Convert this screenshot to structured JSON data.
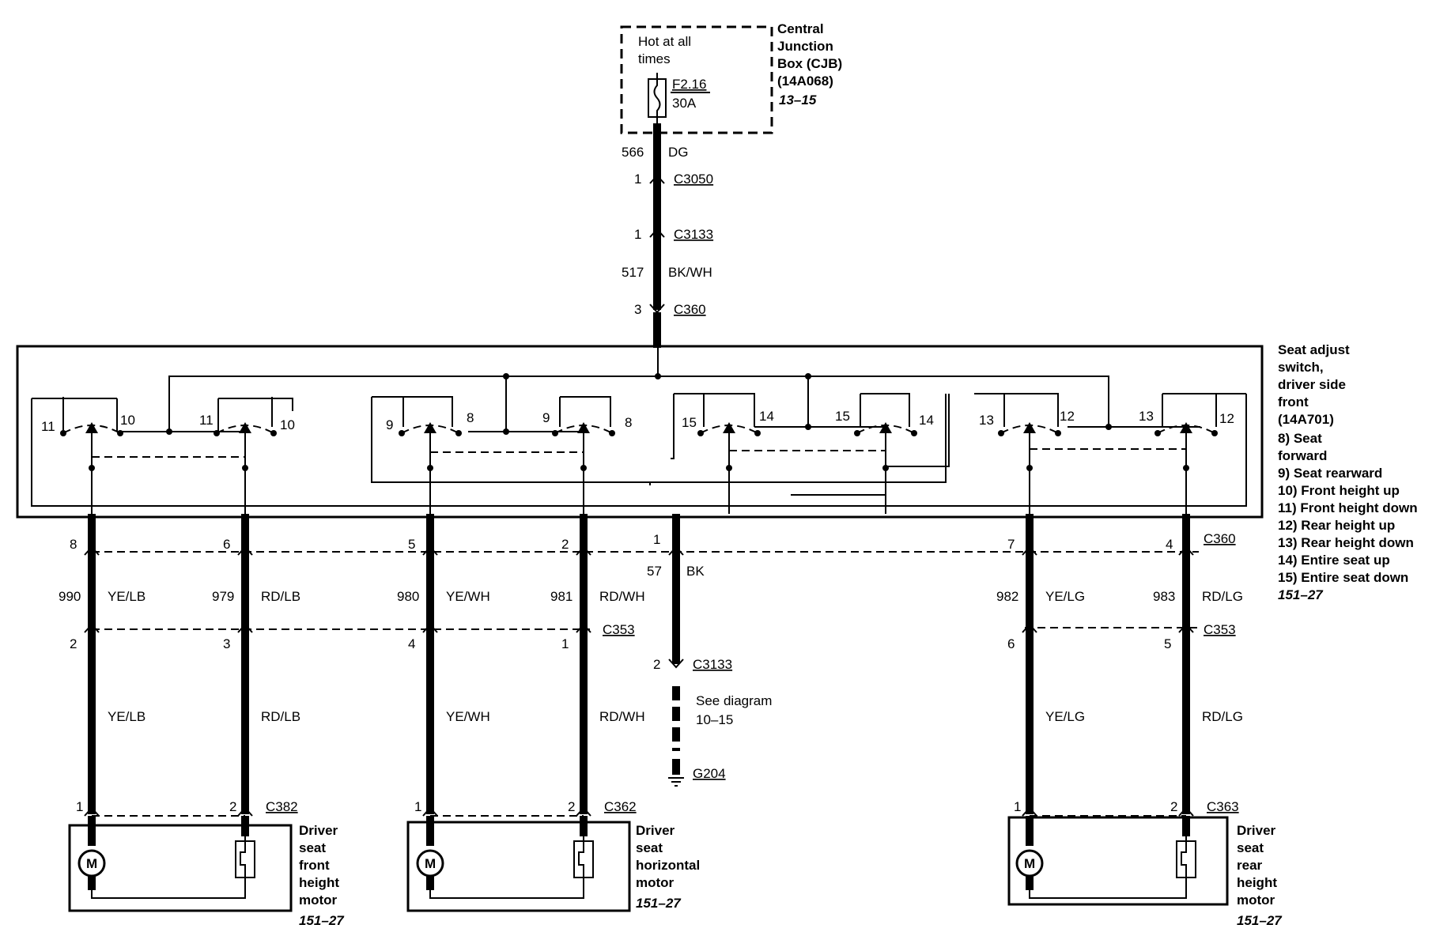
{
  "cjb": {
    "hot_text_1": "Hot at all",
    "hot_text_2": "times",
    "fuse_id": "F2.16",
    "fuse_rating": "30A",
    "label_1": "Central",
    "label_2": "Junction",
    "label_3": "Box (CJB)",
    "label_4": "(14A068)",
    "ref": "13–15"
  },
  "feed": {
    "circuit_1": "566",
    "color_1": "DG",
    "c3050_pin": "1",
    "c3050": "C3050",
    "c3133_pin": "1",
    "c3133": "C3133",
    "circuit_2": "517",
    "color_2": "BK/WH",
    "c360_pin": "3",
    "c360": "C360"
  },
  "switch": {
    "label_lines": [
      "Seat adjust",
      "switch,",
      "driver side",
      "front",
      "(14A701)"
    ],
    "legend": [
      "8) Seat",
      "forward",
      "9) Seat rearward",
      "10) Front height up",
      "11) Front height down",
      "12) Rear height up",
      "13) Rear height down",
      "14) Entire seat up",
      "15) Entire seat down"
    ],
    "ref": "151–27",
    "contact_labels": {
      "g1_left": "11",
      "g1_right": "10",
      "g1b_left": "11",
      "g1b_right": "10",
      "g2_left": "9",
      "g2_right": "8",
      "g2b_left": "9",
      "g2b_right": "8",
      "g3_left": "15",
      "g3_right": "14",
      "g3b_left": "15",
      "g3b_right": "14",
      "g4_left": "13",
      "g4_right": "12",
      "g4b_left": "13",
      "g4b_right": "12"
    }
  },
  "wires": [
    {
      "c360_pin": "8",
      "circuit": "990",
      "color": "YE/LB",
      "c353_pin": "2",
      "motor_color": "YE/LB",
      "motor_pin": "1"
    },
    {
      "c360_pin": "6",
      "circuit": "979",
      "color": "RD/LB",
      "c353_pin": "3",
      "motor_color": "RD/LB",
      "motor_pin": "2"
    },
    {
      "c360_pin": "5",
      "circuit": "980",
      "color": "YE/WH",
      "c353_pin": "4",
      "motor_color": "YE/WH",
      "motor_pin": "1"
    },
    {
      "c360_pin": "2",
      "circuit": "981",
      "color": "RD/WH",
      "c353_pin": "1",
      "motor_color": "RD/WH",
      "motor_pin": "2"
    },
    {
      "c360_pin": "7",
      "circuit": "982",
      "color": "YE/LG",
      "c353_pin": "6",
      "motor_color": "YE/LG",
      "motor_pin": "1"
    },
    {
      "c360_pin": "4",
      "circuit": "983",
      "color": "RD/LG",
      "c353_pin": "5",
      "motor_color": "RD/LG",
      "motor_pin": "2"
    }
  ],
  "connectors": {
    "c360": "C360",
    "c353_left": "C353",
    "c353_right": "C353"
  },
  "ground": {
    "c360_pin": "1",
    "circuit": "57",
    "color": "BK",
    "c3133_pin": "2",
    "c3133": "C3133",
    "see_1": "See diagram",
    "see_2": "10–15",
    "ground_id": "G204"
  },
  "motors": [
    {
      "connector": "C382",
      "lines": [
        "Driver",
        "seat",
        "front",
        "height",
        "motor"
      ],
      "ref": "151–27",
      "symbol": "M"
    },
    {
      "connector": "C362",
      "lines": [
        "Driver",
        "seat",
        "horizontal",
        "motor"
      ],
      "ref": "151–27",
      "symbol": "M"
    },
    {
      "connector": "C363",
      "lines": [
        "Driver",
        "seat",
        "rear",
        "height",
        "motor"
      ],
      "ref": "151–27",
      "symbol": "M"
    }
  ]
}
